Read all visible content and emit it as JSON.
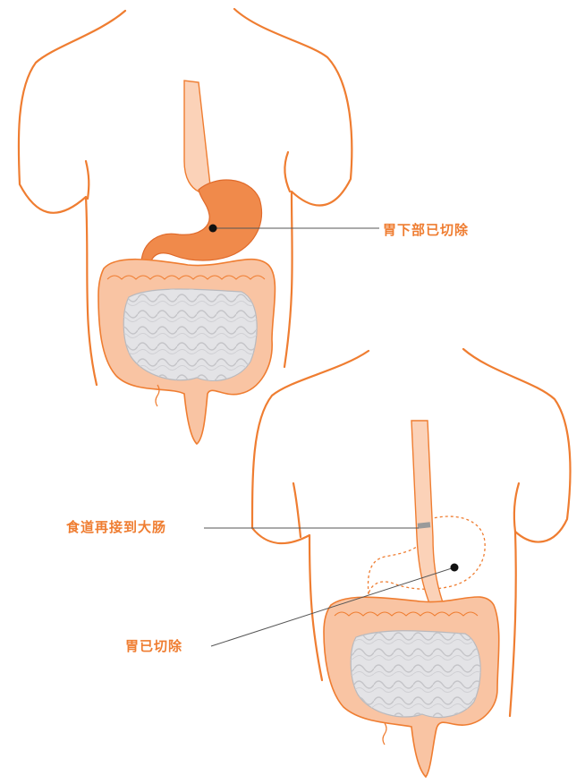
{
  "labels": {
    "upper_stomach_removed": "胃下部已切除",
    "esophagus_reconnected": "食道再接到大肠",
    "stomach_removed": "胃已切除"
  },
  "colors": {
    "outline": "#ef7d31",
    "organ_fill": "#f9c4a3",
    "organ_fill_dark": "#f19a5e",
    "stomach_fill": "#f08a4b",
    "intestine_fill": "#e3e3e6",
    "intestine_line": "#c8c8cc",
    "label_text": "#ef7d31",
    "leader_line": "#555555",
    "dot": "#111111"
  },
  "icons": {
    "upper_figure": "torso-with-partial-gastrectomy",
    "lower_figure": "torso-with-total-gastrectomy"
  }
}
